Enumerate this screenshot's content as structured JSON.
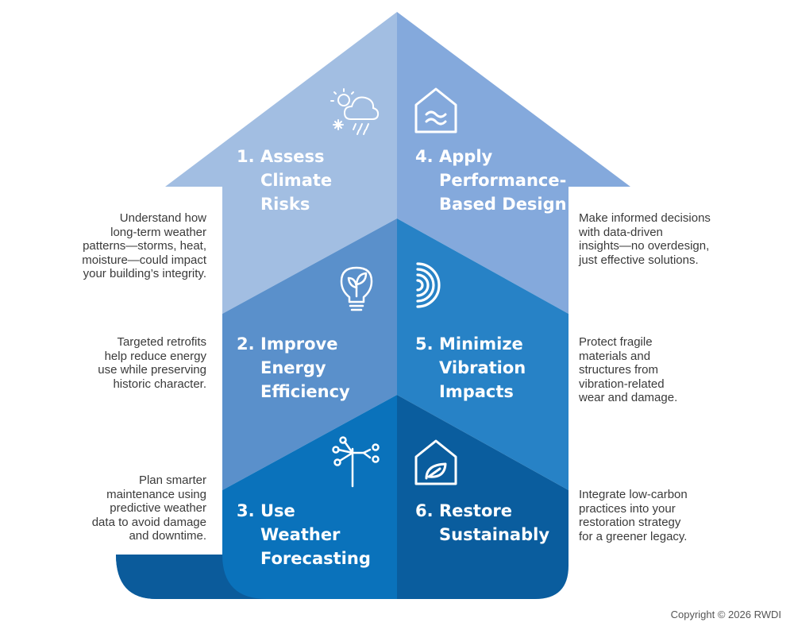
{
  "colors": {
    "band1_left": "#a2bee2",
    "band1_right": "#84a9dc",
    "band2_left": "#5a90cb",
    "band2_right": "#2782c6",
    "band3_left": "#0a72bb",
    "band3_right": "#0a5d9e",
    "base_curl": "#0b5b9b",
    "description_text": "#3a3a3a"
  },
  "steps": [
    {
      "number": "1.",
      "lines": [
        "Assess",
        "Climate",
        "Risks"
      ],
      "icon": "weather-cloud-sun-icon",
      "description": [
        "Understand how",
        "long-term weather",
        "patterns—storms, heat,",
        "moisture—could impact",
        "your building’s integrity."
      ]
    },
    {
      "number": "2.",
      "lines": [
        "Improve",
        "Energy",
        "Efficiency"
      ],
      "icon": "lightbulb-leaf-icon",
      "description": [
        "Targeted retrofits",
        "help reduce energy",
        "use while preserving",
        "historic character."
      ]
    },
    {
      "number": "3.",
      "lines": [
        "Use",
        "Weather",
        "Forecasting"
      ],
      "icon": "wind-vane-icon",
      "description": [
        "Plan smarter",
        "maintenance using",
        "predictive weather",
        "data to avoid damage",
        "and downtime."
      ]
    },
    {
      "number": "4.",
      "lines": [
        "Apply",
        "Performance-",
        "Based Design"
      ],
      "icon": "house-wave-icon",
      "description": [
        "Make informed decisions",
        "with data-driven",
        "insights—no overdesign,",
        "just effective solutions."
      ]
    },
    {
      "number": "5.",
      "lines": [
        "Minimize",
        "Vibration",
        "Impacts"
      ],
      "icon": "vibration-waves-icon",
      "description": [
        "Protect fragile",
        "materials and",
        "structures from",
        "vibration-related",
        "wear and damage."
      ]
    },
    {
      "number": "6.",
      "lines": [
        "Restore",
        "Sustainably"
      ],
      "icon": "house-leaf-icon",
      "description": [
        "Integrate low-carbon",
        "practices into your",
        "restoration strategy",
        "for a greener legacy."
      ]
    }
  ],
  "copyright": "Copyright © 2026 RWDI"
}
